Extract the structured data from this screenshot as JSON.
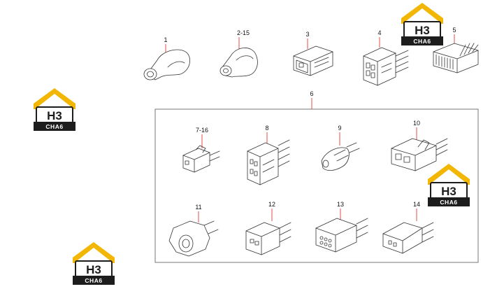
{
  "logo": {
    "mark": "H3",
    "caption": "CHA6",
    "colors": {
      "roof": "#f2b705",
      "dark": "#1d1d1d",
      "mark_fill": "#ffffff"
    }
  },
  "diagram": {
    "callouts": {
      "c1": "1",
      "c2": "2-15",
      "c3": "3",
      "c4": "4",
      "c5": "5",
      "c6": "6",
      "c7": "7-16",
      "c8": "8",
      "c9": "9",
      "c10": "10",
      "c11": "11",
      "c12": "12",
      "c13": "13",
      "c14": "14"
    },
    "colors": {
      "leader": "#e23a3a",
      "line": "#333333",
      "frame": "#555555"
    }
  }
}
